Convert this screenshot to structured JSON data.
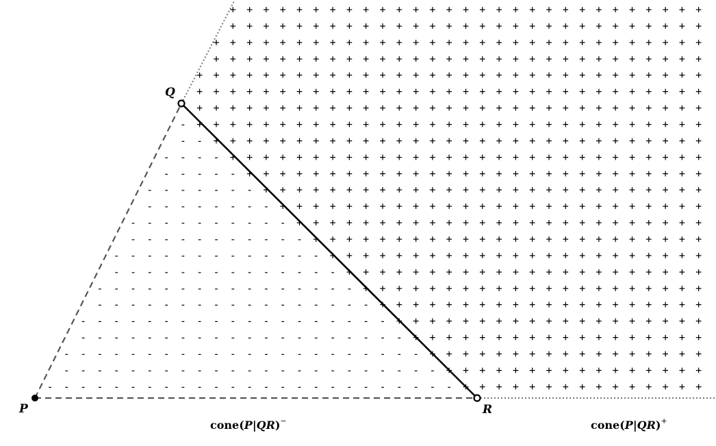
{
  "points": {
    "P": {
      "label": "P",
      "style": "filled"
    },
    "Q": {
      "label": "Q",
      "style": "open"
    },
    "R": {
      "label": "R",
      "style": "open"
    }
  },
  "cones": {
    "negative": {
      "prefix": "cone(",
      "P": "P",
      "bar": "|",
      "QR": "QR",
      "close": ")",
      "sign": "−"
    },
    "positive": {
      "prefix": "cone(",
      "P": "P",
      "bar": "|",
      "QR": "QR",
      "close": ")",
      "sign": "+"
    }
  },
  "region_symbols": {
    "positive": "+",
    "negative": "-"
  },
  "colors": {
    "ink": "#000000",
    "dashed_edge": "#555555",
    "dotted_extension": "#777777"
  }
}
